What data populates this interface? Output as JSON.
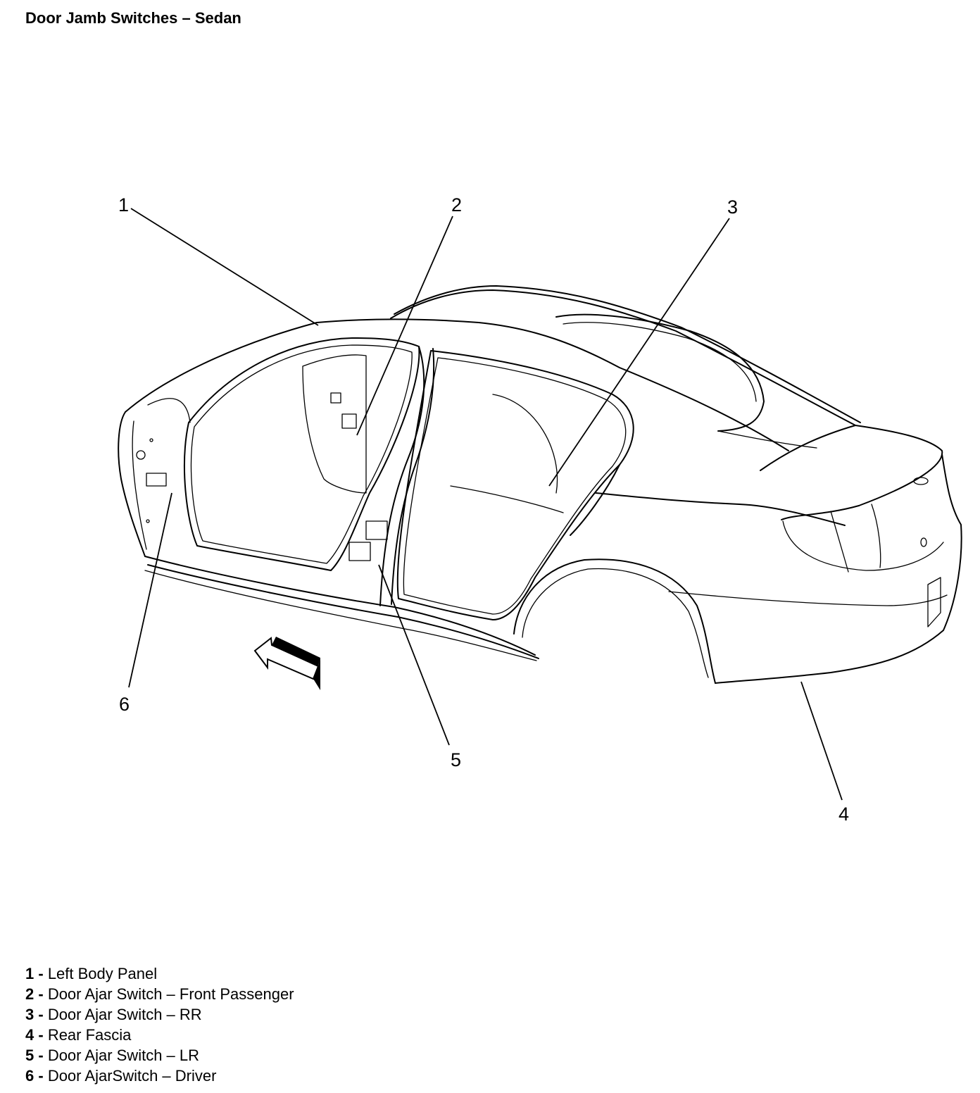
{
  "title": "Door Jamb Switches – Sedan",
  "callouts": [
    {
      "number": "1",
      "label": "Left Body Panel"
    },
    {
      "number": "2",
      "label": "Door Ajar Switch – Front Passenger"
    },
    {
      "number": "3",
      "label": "Door Ajar Switch – RR"
    },
    {
      "number": "4",
      "label": "Rear Fascia"
    },
    {
      "number": "5",
      "label": "Door Ajar Switch – LR"
    },
    {
      "number": "6",
      "label": "Door AjarSwitch – Driver"
    }
  ],
  "legend_separator": " - ",
  "icons": {
    "direction_arrow": "front-direction-arrow-icon"
  }
}
